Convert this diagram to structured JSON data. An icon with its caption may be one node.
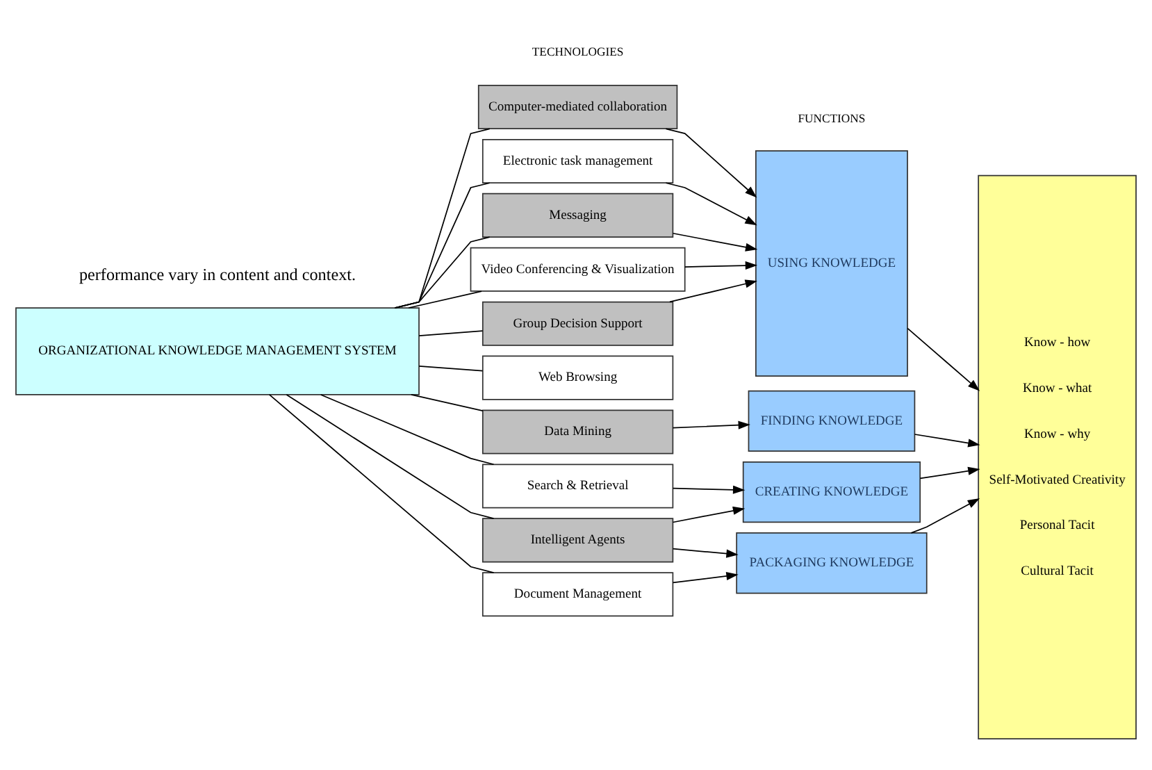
{
  "diagram": {
    "nodes": [
      {
        "text": [
          "ORGANIZATIONAL KNOWLEDGE MANAGEMENT SYSTEM"
        ]
      },
      {
        "text": [
          "Computer-mediated collaboration"
        ]
      },
      {
        "text": [
          "Electronic task management"
        ]
      },
      {
        "text": [
          "Messaging"
        ]
      },
      {
        "text": [
          "Video Conferencing & Visualization"
        ]
      },
      {
        "text": [
          "Group Decision Support"
        ]
      },
      {
        "text": [
          "Web Browsing"
        ]
      },
      {
        "text": [
          "Data Mining"
        ]
      },
      {
        "text": [
          "Search & Retrieval"
        ]
      },
      {
        "text": [
          "Intelligent Agents"
        ]
      },
      {
        "text": [
          "Document Management"
        ]
      },
      {
        "text": [
          "USING KNOWLEDGE"
        ]
      },
      {
        "text": [
          "FINDING KNOWLEDGE"
        ]
      },
      {
        "text": [
          "CREATING KNOWLEDGE"
        ]
      },
      {
        "text": [
          "PACKAGING KNOWLEDGE"
        ]
      },
      {
        "text": [
          "Know - how",
          "Know - what",
          "Know - why",
          "Self-Motivated Creativity",
          "Personal Tacit",
          "Cultural Tacit"
        ]
      }
    ],
    "edges": [
      {
        "from": 0,
        "to": 1,
        "arrow": "none"
      },
      {
        "from": 0,
        "to": 2,
        "arrow": "none"
      },
      {
        "from": 0,
        "to": 3,
        "arrow": "none"
      },
      {
        "from": 0,
        "to": 4,
        "arrow": "none"
      },
      {
        "from": 0,
        "to": 5,
        "arrow": "none"
      },
      {
        "from": 0,
        "to": 6,
        "arrow": "none"
      },
      {
        "from": 0,
        "to": 7,
        "arrow": "none"
      },
      {
        "from": 0,
        "to": 8,
        "arrow": "none"
      },
      {
        "from": 0,
        "to": 9,
        "arrow": "none"
      },
      {
        "from": 0,
        "to": 10,
        "arrow": "none"
      },
      {
        "from": 1,
        "to": 11,
        "arrow": "to"
      },
      {
        "from": 2,
        "to": 11,
        "arrow": "to"
      },
      {
        "from": 3,
        "to": 11,
        "arrow": "to"
      },
      {
        "from": 4,
        "to": 11,
        "arrow": "to"
      },
      {
        "from": 5,
        "to": 11,
        "arrow": "to"
      },
      {
        "from": 7,
        "to": 12,
        "arrow": "to"
      },
      {
        "from": 8,
        "to": 13,
        "arrow": "to"
      },
      {
        "from": 9,
        "to": 13,
        "arrow": "to"
      },
      {
        "from": 9,
        "to": 14,
        "arrow": "to"
      },
      {
        "from": 10,
        "to": 14,
        "arrow": "to"
      },
      {
        "from": 11,
        "to": 15,
        "arrow": "to"
      },
      {
        "from": 12,
        "to": 15,
        "arrow": "to"
      },
      {
        "from": 13,
        "to": 15,
        "arrow": "to"
      },
      {
        "from": 14,
        "to": 15,
        "arrow": "to"
      }
    ],
    "labels": [
      "performance vary in content and context.",
      "TECHNOLOGIES",
      "FUNCTIONS"
    ]
  }
}
